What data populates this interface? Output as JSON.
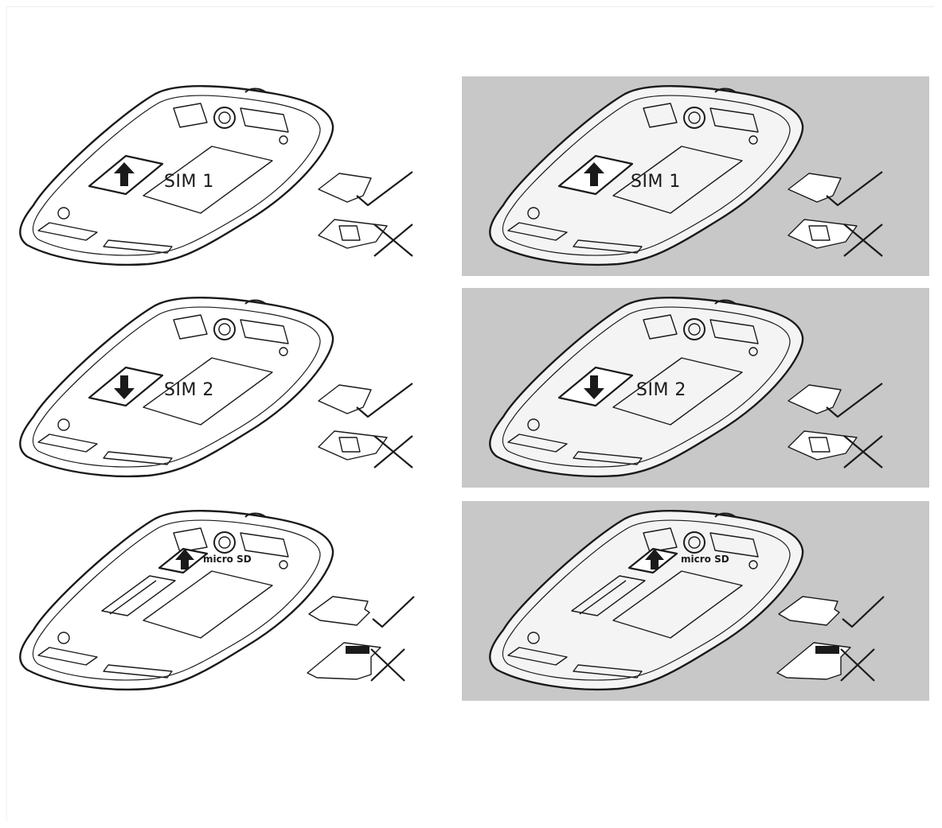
{
  "colors": {
    "page_background": "#ffffff",
    "shaded_panel": "#c8c8c8",
    "line": "#1a1a1a",
    "outline_light": "#f4f4f4"
  },
  "panels": [
    {
      "label": "SIM 1",
      "card": "sim",
      "arrow": "up",
      "shaded": false,
      "variant": "outlined"
    },
    {
      "label": "SIM 1",
      "card": "sim",
      "arrow": "up",
      "shaded": true,
      "variant": "outlined"
    },
    {
      "label": "SIM 2",
      "card": "sim",
      "arrow": "down",
      "shaded": false,
      "variant": "outlined"
    },
    {
      "label": "SIM 2",
      "card": "sim",
      "arrow": "down",
      "shaded": true,
      "variant": "outlined"
    },
    {
      "label": "micro SD",
      "card": "microsd",
      "arrow": "up",
      "shaded": false,
      "variant": "outlined"
    },
    {
      "label": "micro SD",
      "card": "microsd",
      "arrow": "up",
      "shaded": true,
      "variant": "outlined"
    }
  ],
  "icons": {
    "correct": "check-mark-icon",
    "incorrect": "cross-mark-icon",
    "direction": "arrow-icon"
  }
}
